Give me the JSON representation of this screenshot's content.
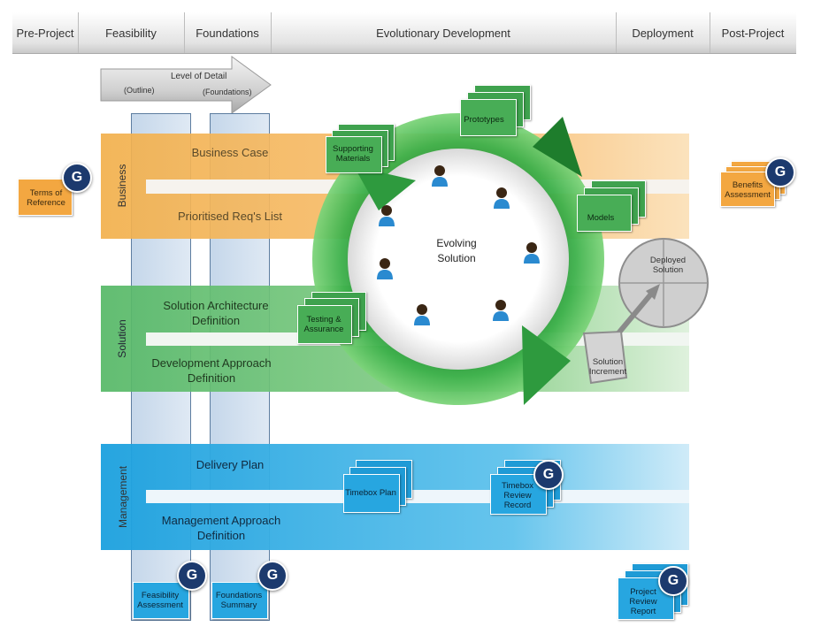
{
  "phases": [
    "Pre-Project",
    "Feasibility",
    "Foundations",
    "Evolutionary Development",
    "Deployment",
    "Post-Project"
  ],
  "level_of_detail": {
    "title": "Level of Detail",
    "outline": "(Outline)",
    "foundations": "(Foundations)"
  },
  "sections": {
    "business": "Business",
    "solution": "Solution",
    "management": "Management"
  },
  "products": {
    "business_case": "Business Case",
    "prioritised_reqs": "Prioritised Req's List",
    "solution_architecture": "Solution Architecture Definition",
    "development_approach": "Development Approach Definition",
    "delivery_plan": "Delivery Plan",
    "management_approach": "Management Approach Definition",
    "evolving_solution": "Evolving Solution",
    "terms_of_reference": "Terms of Reference",
    "benefits_assessment": "Benefits Assessment",
    "supporting_materials": "Supporting Materials",
    "prototypes": "Prototypes",
    "models": "Models",
    "testing_assurance": "Testing & Assurance",
    "deployed_solution": "Deployed Solution",
    "solution_increment": "Solution Increment",
    "timebox_plan": "Timebox Plan",
    "timebox_review_record": "Timebox Review Record",
    "feasibility_assessment": "Feasibility Assessment",
    "foundations_summary": "Foundations Summary",
    "project_review_report": "Project Review Report"
  },
  "gateway_badge": "G",
  "colors": {
    "business": "#f5b24a",
    "solution": "#5cbf6a",
    "management": "#29a8e0",
    "gateway": "#1c3a6e",
    "cycle": "#2e9a3e"
  }
}
